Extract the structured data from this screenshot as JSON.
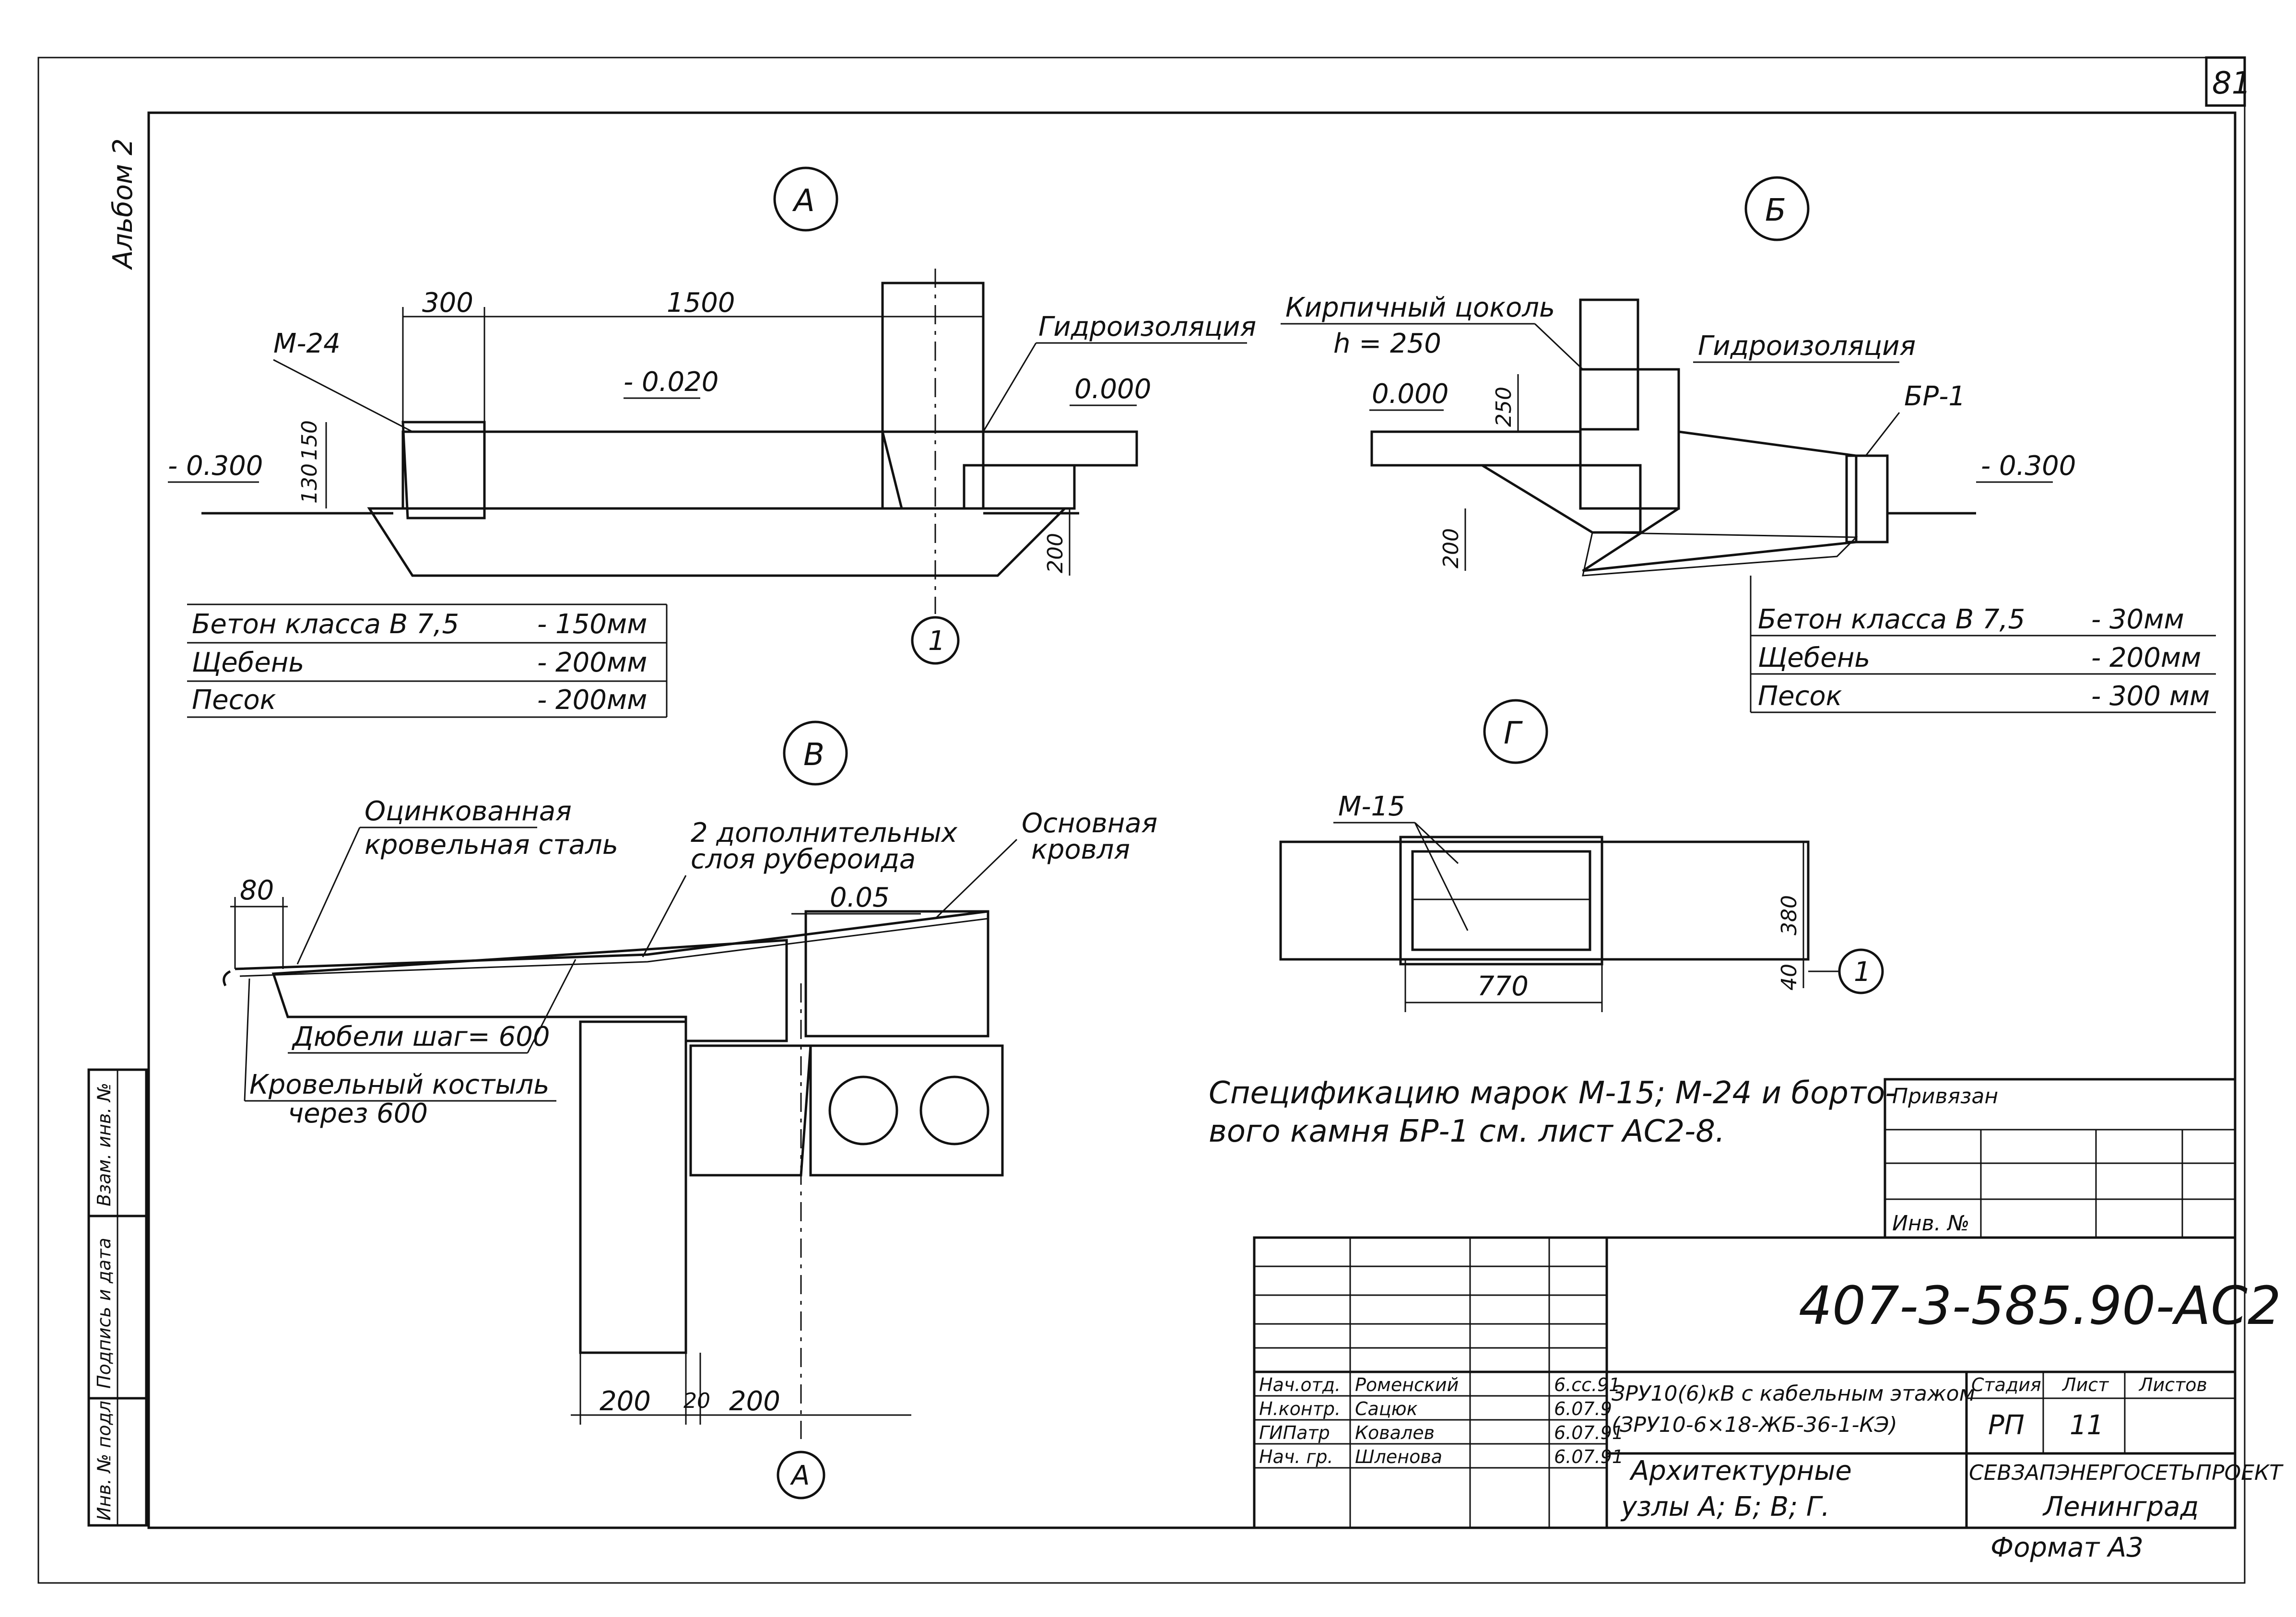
{
  "sheet": {
    "page_number": "81",
    "album": "Альбом 2"
  },
  "side_stamp": [
    "Инв. № подл.",
    "Подпись и дата",
    "Взам. инв. №"
  ],
  "callouts": {
    "A": "A",
    "B": "Б",
    "V": "B",
    "G": "Г",
    "axis1": "1",
    "axisA": "A"
  },
  "detail_a": {
    "dims": [
      "300",
      "1500",
      "130",
      "150",
      "200"
    ],
    "marks": [
      "М-24",
      "Гидроизоляция",
      "- 0.020",
      "0.000",
      "- 0.300"
    ],
    "layers": [
      {
        "name": "Бетон класса В 7,5",
        "value": "- 150мм"
      },
      {
        "name": "Щебень",
        "value": "- 200мм"
      },
      {
        "name": "Песок",
        "value": "- 200мм"
      }
    ]
  },
  "detail_b": {
    "dims": [
      "250",
      "200"
    ],
    "marks": [
      "Кирпичный цоколь",
      "h = 250",
      "Гидроизоляция",
      "0.000",
      "БР-1",
      "- 0.300"
    ],
    "layers": [
      {
        "name": "Бетон класса В 7,5",
        "value": "- 30мм"
      },
      {
        "name": "Щебень",
        "value": "- 200мм"
      },
      {
        "name": "Песок",
        "value": "- 300 мм"
      }
    ]
  },
  "detail_v": {
    "labels": [
      "Оцинкованная",
      "кровельная сталь",
      "2 дополнительных",
      "слоя рубероида",
      "Основная",
      "кровля",
      "0.05",
      "80",
      "Дюбели шаг= 600",
      "Кровельный костыль",
      "через 600"
    ],
    "dims": [
      "200",
      "20",
      "200"
    ]
  },
  "detail_g": {
    "mark": "М-15",
    "dims": [
      "770",
      "380",
      "40"
    ]
  },
  "note": [
    "Спецификацию марок М-15; М-24 и борто-",
    "вого камня БР-1 см. лист АС2-8."
  ],
  "binding_block": {
    "title": "Привязан",
    "inv": "Инв. №"
  },
  "title_block": {
    "doc_code": "407-3-585.90-АС2",
    "roles": [
      {
        "role": "Нач.отд.",
        "name": "Роменский",
        "date": "6.сс.91"
      },
      {
        "role": "Н.контр.",
        "name": "Сацюк",
        "date": "6.07.9"
      },
      {
        "role": "ГИПатр",
        "name": "Ковалев",
        "date": "6.07.91"
      },
      {
        "role": "Нач. гр.",
        "name": "Шленова",
        "date": "6.07.91"
      }
    ],
    "object_line1": "ЗРУ10(6)кВ с кабельным этажом",
    "object_line2": "(ЗРУ10-6×18-ЖБ-36-1-КЭ)",
    "sheet_title_1": "Архитектурные",
    "sheet_title_2": "узлы А; Б; В; Г.",
    "stage_label": "Стадия",
    "sheet_label": "Лист",
    "sheets_label": "Листов",
    "stage": "РП",
    "sheet": "11",
    "org": "СЕВЗАПЭНЕРГОСЕТЬПРОЕКТ",
    "city": "Ленинград",
    "format": "Формат А3"
  }
}
